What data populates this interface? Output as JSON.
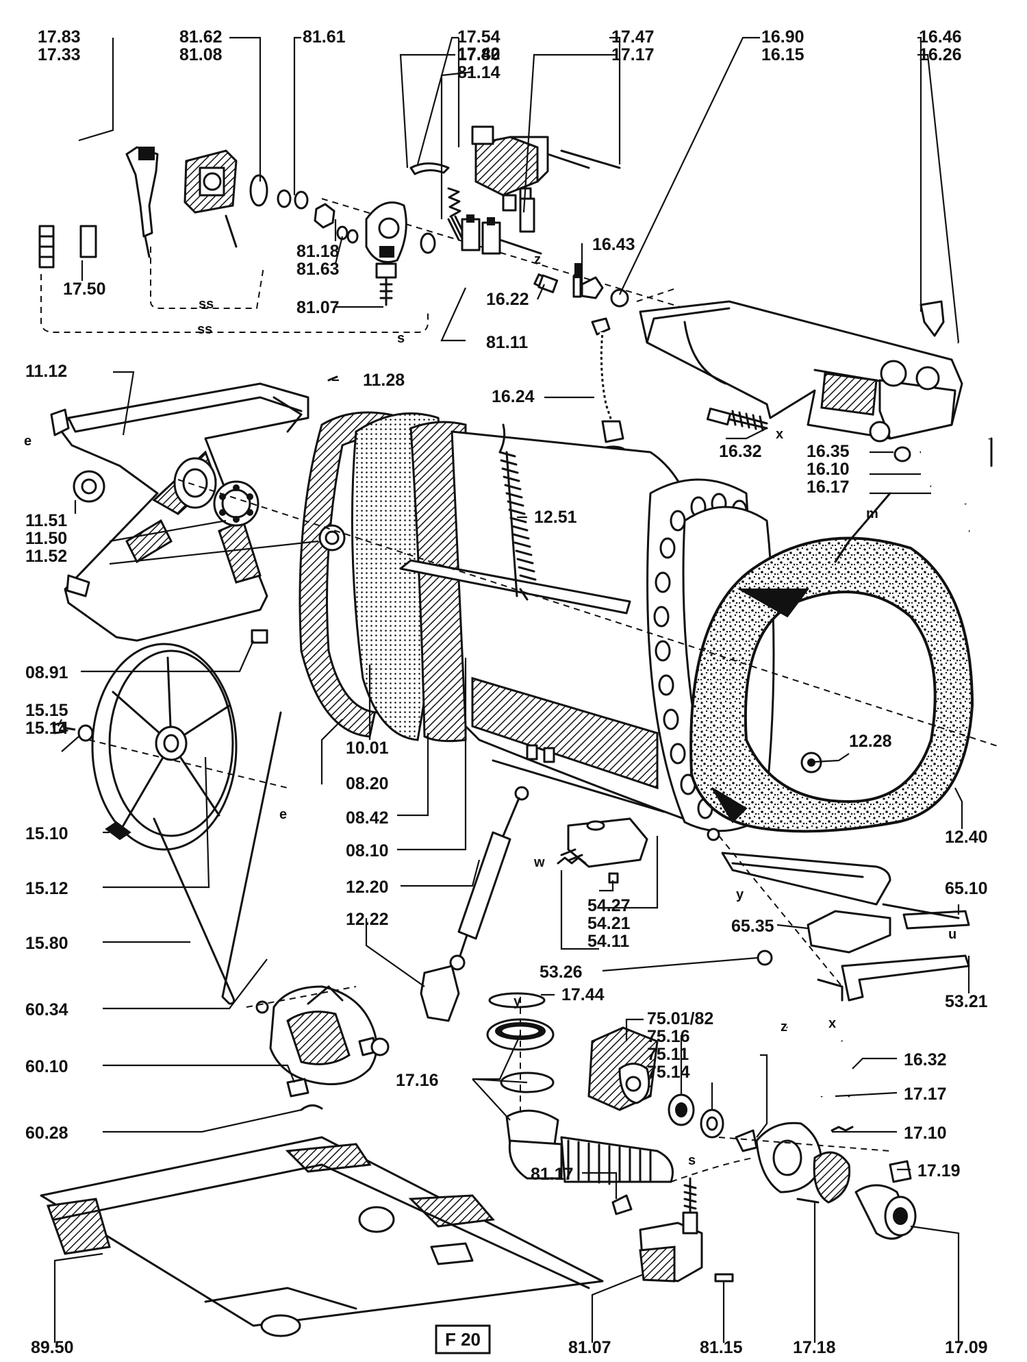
{
  "figure_label": "F 20",
  "callouts": [
    {
      "id": "c1",
      "lines": [
        "17.83",
        "17.33"
      ]
    },
    {
      "id": "c2",
      "lines": [
        "81.62",
        "81.08"
      ]
    },
    {
      "id": "c3",
      "lines": [
        "81.61"
      ]
    },
    {
      "id": "c4",
      "lines": [
        "17.54",
        "17.80",
        "81.14"
      ]
    },
    {
      "id": "c5",
      "lines": [
        "17.42"
      ]
    },
    {
      "id": "c6",
      "lines": [
        "17.47",
        "17.17"
      ]
    },
    {
      "id": "c7",
      "lines": [
        "16.90",
        "16.15"
      ]
    },
    {
      "id": "c8",
      "lines": [
        "16.46",
        "16.26"
      ]
    },
    {
      "id": "c9",
      "lines": [
        "17.50"
      ]
    },
    {
      "id": "c10",
      "lines": [
        "81.18",
        "81.63"
      ]
    },
    {
      "id": "c11",
      "lines": [
        "81.07"
      ]
    },
    {
      "id": "c12",
      "lines": [
        "16.43"
      ]
    },
    {
      "id": "c13",
      "lines": [
        "16.22"
      ]
    },
    {
      "id": "c14",
      "lines": [
        "81.11"
      ]
    },
    {
      "id": "c15",
      "lines": [
        "11.12"
      ]
    },
    {
      "id": "c16",
      "lines": [
        "11.28"
      ]
    },
    {
      "id": "c17",
      "lines": [
        "16.24"
      ]
    },
    {
      "id": "c18",
      "lines": [
        "16.32"
      ]
    },
    {
      "id": "c19",
      "lines": [
        "16.35",
        "16.10",
        "16.17"
      ]
    },
    {
      "id": "c20",
      "lines": [
        "11.51",
        "11.50",
        "11.52"
      ]
    },
    {
      "id": "c21",
      "lines": [
        "12.51"
      ]
    },
    {
      "id": "c22",
      "lines": [
        "08.91"
      ]
    },
    {
      "id": "c23",
      "lines": [
        "15.15",
        "15.14"
      ]
    },
    {
      "id": "c24",
      "lines": [
        "10.01"
      ]
    },
    {
      "id": "c25",
      "lines": [
        "08.20"
      ]
    },
    {
      "id": "c26",
      "lines": [
        "08.42"
      ]
    },
    {
      "id": "c27",
      "lines": [
        "08.10"
      ]
    },
    {
      "id": "c28",
      "lines": [
        "12.28"
      ]
    },
    {
      "id": "c29",
      "lines": [
        "12.40"
      ]
    },
    {
      "id": "c30",
      "lines": [
        "15.10"
      ]
    },
    {
      "id": "c31",
      "lines": [
        "15.12"
      ]
    },
    {
      "id": "c32",
      "lines": [
        "12.20"
      ]
    },
    {
      "id": "c33",
      "lines": [
        "54.27",
        "54.21",
        "54.11"
      ]
    },
    {
      "id": "c34",
      "lines": [
        "65.10"
      ]
    },
    {
      "id": "c35",
      "lines": [
        "65.35"
      ]
    },
    {
      "id": "c36",
      "lines": [
        "12.22"
      ]
    },
    {
      "id": "c37",
      "lines": [
        "15.80"
      ]
    },
    {
      "id": "c38",
      "lines": [
        "53.26"
      ]
    },
    {
      "id": "c39",
      "lines": [
        "60.34"
      ]
    },
    {
      "id": "c40",
      "lines": [
        "17.44"
      ]
    },
    {
      "id": "c41",
      "lines": [
        "53.21"
      ]
    },
    {
      "id": "c42",
      "lines": [
        "75.01/82",
        "75.16",
        "75.11",
        "75.14"
      ]
    },
    {
      "id": "c43",
      "lines": [
        "16.32"
      ]
    },
    {
      "id": "c44",
      "lines": [
        "60.10"
      ]
    },
    {
      "id": "c45",
      "lines": [
        "17.16"
      ]
    },
    {
      "id": "c46",
      "lines": [
        "17.17"
      ]
    },
    {
      "id": "c47",
      "lines": [
        "60.28"
      ]
    },
    {
      "id": "c48",
      "lines": [
        "17.10"
      ]
    },
    {
      "id": "c49",
      "lines": [
        "17.19"
      ]
    },
    {
      "id": "c50",
      "lines": [
        "81.17"
      ]
    },
    {
      "id": "c51",
      "lines": [
        "89.50"
      ]
    },
    {
      "id": "c52",
      "lines": [
        "81.07"
      ]
    },
    {
      "id": "c53",
      "lines": [
        "81.15"
      ]
    },
    {
      "id": "c54",
      "lines": [
        "17.18"
      ]
    },
    {
      "id": "c55",
      "lines": [
        "17.09"
      ]
    }
  ],
  "connection_letters": [
    "e",
    "e",
    "s",
    "s",
    "z",
    "z",
    "x",
    "x",
    "y",
    "y",
    "w",
    "m",
    "u",
    "ss",
    "ss"
  ]
}
